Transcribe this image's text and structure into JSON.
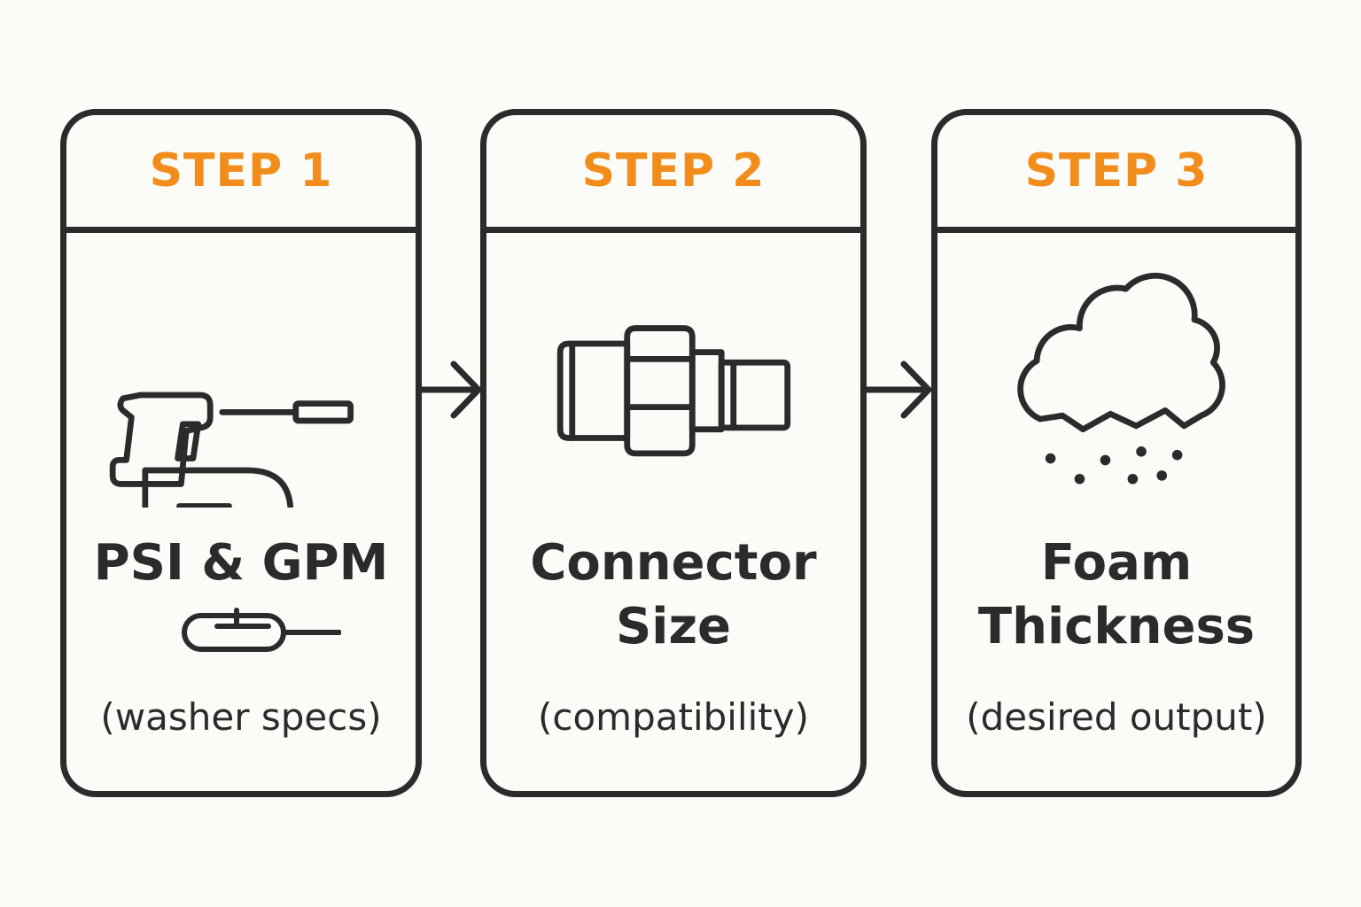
{
  "steps": [
    {
      "step_label": "STEP 1",
      "title_lines": [
        "PSI & GPM"
      ],
      "subtitle": "(washer specs)",
      "icon": "pressure-washer-icon",
      "secondary_icon": "pressure-gauge-icon"
    },
    {
      "step_label": "STEP 2",
      "title_lines": [
        "Connector",
        "Size"
      ],
      "subtitle": "(compatibility)",
      "icon": "connector-fitting-icon"
    },
    {
      "step_label": "STEP 3",
      "title_lines": [
        "Foam",
        "Thickness"
      ],
      "subtitle": "(desired output)",
      "icon": "foam-cloud-icon"
    }
  ],
  "colors": {
    "accent": "#f28c1b",
    "stroke": "#2b2b2b",
    "background": "#fbfbf8"
  }
}
